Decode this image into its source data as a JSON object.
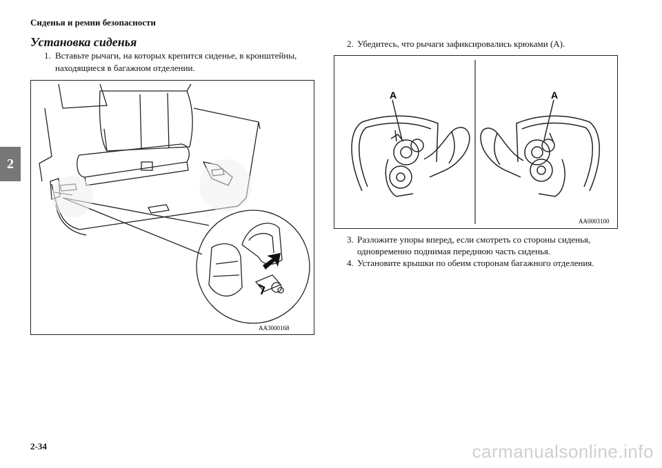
{
  "header": {
    "section_title": "Сиденья и ремни безопасности"
  },
  "side_tab": {
    "chapter": "2"
  },
  "left": {
    "heading": "Установка сиденья",
    "step1_num": "1.",
    "step1_text_line1": "Вставьте рычаги, на которых крепится сиденье, в кронштейны,",
    "step1_text_line2": "находящиеся в багажном отделении.",
    "figure_code": "AA3000168"
  },
  "right": {
    "step2_num": "2.",
    "step2_text": "Убедитесь, что рычаги зафиксировались крюками (A).",
    "figure_label_a": "A",
    "figure_code": "AA0003100",
    "step3_num": "3.",
    "step3_text_line1": "Разложите упоры вперед, если смотреть со стороны сиденья,",
    "step3_text_line2": "одновременно поднимая переднюю часть сиденья.",
    "step4_num": "4.",
    "step4_text": "Установите крышки по обеим сторонам багажного отделения."
  },
  "footer": {
    "page_number": "2-34",
    "watermark": "carmanualsonline.info"
  }
}
